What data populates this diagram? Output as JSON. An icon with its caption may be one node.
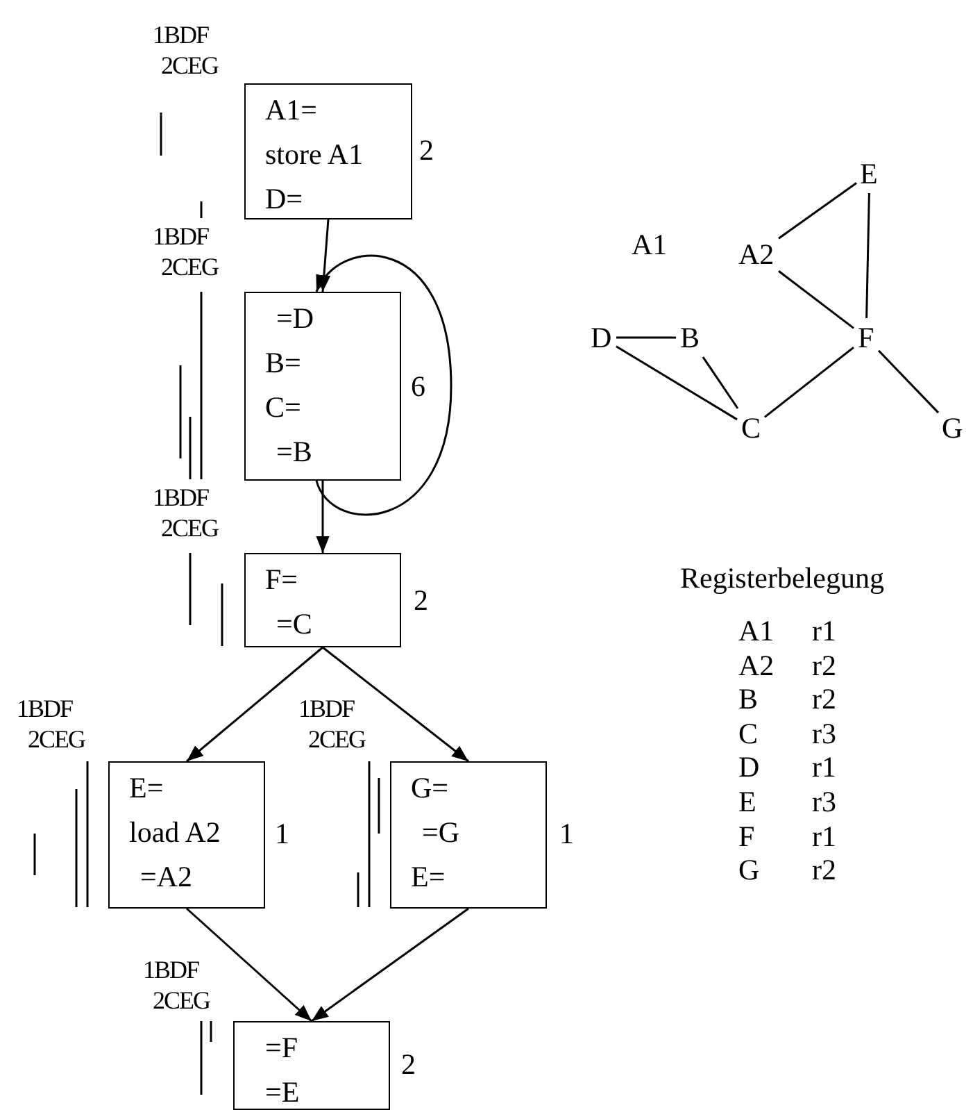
{
  "diagram": {
    "nodes": [
      {
        "text": [
          "A1=",
          "store A1",
          "D="
        ],
        "beside": [
          "2"
        ]
      },
      {
        "text": [
          "=D",
          "B=",
          "C=",
          "=B"
        ],
        "beside": [
          "6"
        ]
      },
      {
        "text": [
          "F=",
          "=C"
        ],
        "beside": [
          "2"
        ]
      },
      {
        "text": [
          "E=",
          "load A2",
          "=A2"
        ],
        "beside": [
          "1"
        ]
      },
      {
        "text": [
          "G=",
          "=G",
          "E="
        ],
        "beside": [
          "1"
        ]
      },
      {
        "text": [
          "=F",
          "=E"
        ],
        "beside": [
          "2"
        ]
      },
      {
        "text": [
          "A2"
        ]
      },
      {
        "text": [
          "E"
        ]
      },
      {
        "text": [
          "D"
        ]
      },
      {
        "text": [
          "B"
        ]
      },
      {
        "text": [
          "F"
        ]
      },
      {
        "text": [
          "C"
        ]
      },
      {
        "text": [
          "G"
        ]
      }
    ],
    "edges": [
      {
        "from": 0,
        "to": 1,
        "arrow": "to"
      },
      {
        "from": 1,
        "to": 1,
        "arrow": "to"
      },
      {
        "from": 1,
        "to": 2,
        "arrow": "to"
      },
      {
        "from": 2,
        "to": 3,
        "arrow": "to"
      },
      {
        "from": 2,
        "to": 4,
        "arrow": "to"
      },
      {
        "from": 3,
        "to": 5,
        "arrow": "to"
      },
      {
        "from": 4,
        "to": 5,
        "arrow": "to"
      },
      {
        "from": 6,
        "to": 7,
        "arrow": "none"
      },
      {
        "from": 6,
        "to": 10,
        "arrow": "none"
      },
      {
        "from": 7,
        "to": 10,
        "arrow": "none"
      },
      {
        "from": 8,
        "to": 9,
        "arrow": "none"
      },
      {
        "from": 8,
        "to": 11,
        "arrow": "none"
      },
      {
        "from": 9,
        "to": 11,
        "arrow": "none"
      },
      {
        "from": 11,
        "to": 10,
        "arrow": "none"
      },
      {
        "from": 10,
        "to": 12,
        "arrow": "none"
      }
    ],
    "labels": [
      "1BDF",
      "2CEG",
      "1BDF",
      "2CEG",
      "1BDF",
      "2CEG",
      "1BDF",
      "2CEG",
      "1BDF",
      "2CEG",
      "1BDF",
      "2CEG",
      "A1",
      "Registerbelegung",
      "A1",
      "r1",
      "A2",
      "r2",
      "B",
      "r2",
      "C",
      "r3",
      "D",
      "r1",
      "E",
      "r3",
      "F",
      "r1",
      "G",
      "r2"
    ]
  }
}
